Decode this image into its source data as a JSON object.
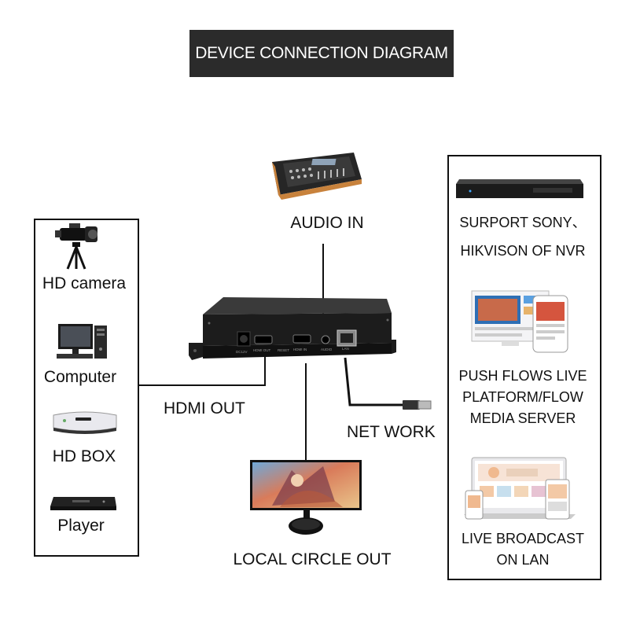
{
  "title": "DEVICE CONNECTION DIAGRAM",
  "center": {
    "audio_in_label": "AUDIO IN",
    "hdmi_out_label": "HDMI OUT",
    "network_label": "NET WORK",
    "local_out_label": "LOCAL CIRCLE OUT",
    "ports": [
      "DC12V",
      "HDMI OUT",
      "RESET",
      "HDMI IN",
      "AUDIO",
      "LAN"
    ]
  },
  "left_panel": {
    "items": [
      {
        "label": "HD camera",
        "icon": "video-camera-icon"
      },
      {
        "label": "Computer",
        "icon": "computer-icon"
      },
      {
        "label": "HD BOX",
        "icon": "set-top-box-icon"
      },
      {
        "label": "Player",
        "icon": "dvd-player-icon"
      }
    ]
  },
  "right_panel": {
    "items": [
      {
        "line1": "SURPORT SONY、",
        "line2": "HIKVISON OF NVR",
        "icon": "nvr-icon"
      },
      {
        "line1": "PUSH FLOWS LIVE",
        "line2": "PLATFORM/FLOW",
        "line3": "MEDIA SERVER",
        "icon": "live-platform-icon"
      },
      {
        "line1": "LIVE BROADCAST",
        "line2": "ON LAN",
        "icon": "lan-broadcast-icon"
      }
    ]
  },
  "colors": {
    "title_bg": "#2b2b2b",
    "device": "#1c1c1c",
    "mixer_accent": "#c8823c"
  }
}
